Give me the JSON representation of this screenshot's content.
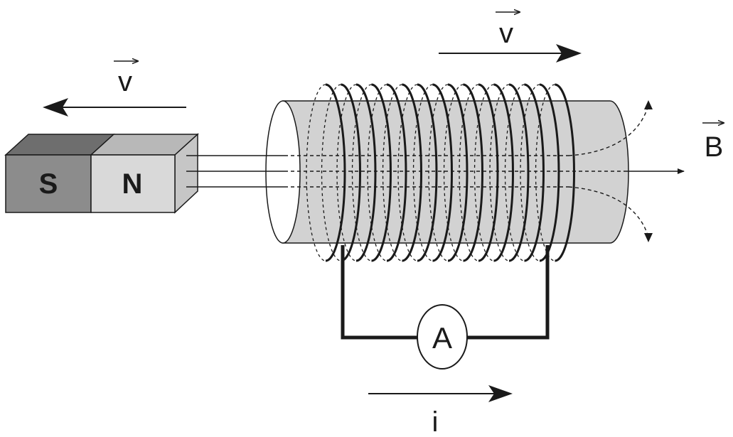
{
  "magnet": {
    "south_label": "S",
    "north_label": "N",
    "south_color": "#8c8c8c",
    "north_color": "#d9d9d9"
  },
  "magnet_velocity": {
    "label": "v"
  },
  "coil_velocity": {
    "label": "v"
  },
  "field": {
    "label": "B"
  },
  "ammeter": {
    "label": "A"
  },
  "current": {
    "label": "i"
  },
  "colors": {
    "cylinder_fill": "#d2d2d2",
    "stroke": "#1a1a1a"
  }
}
